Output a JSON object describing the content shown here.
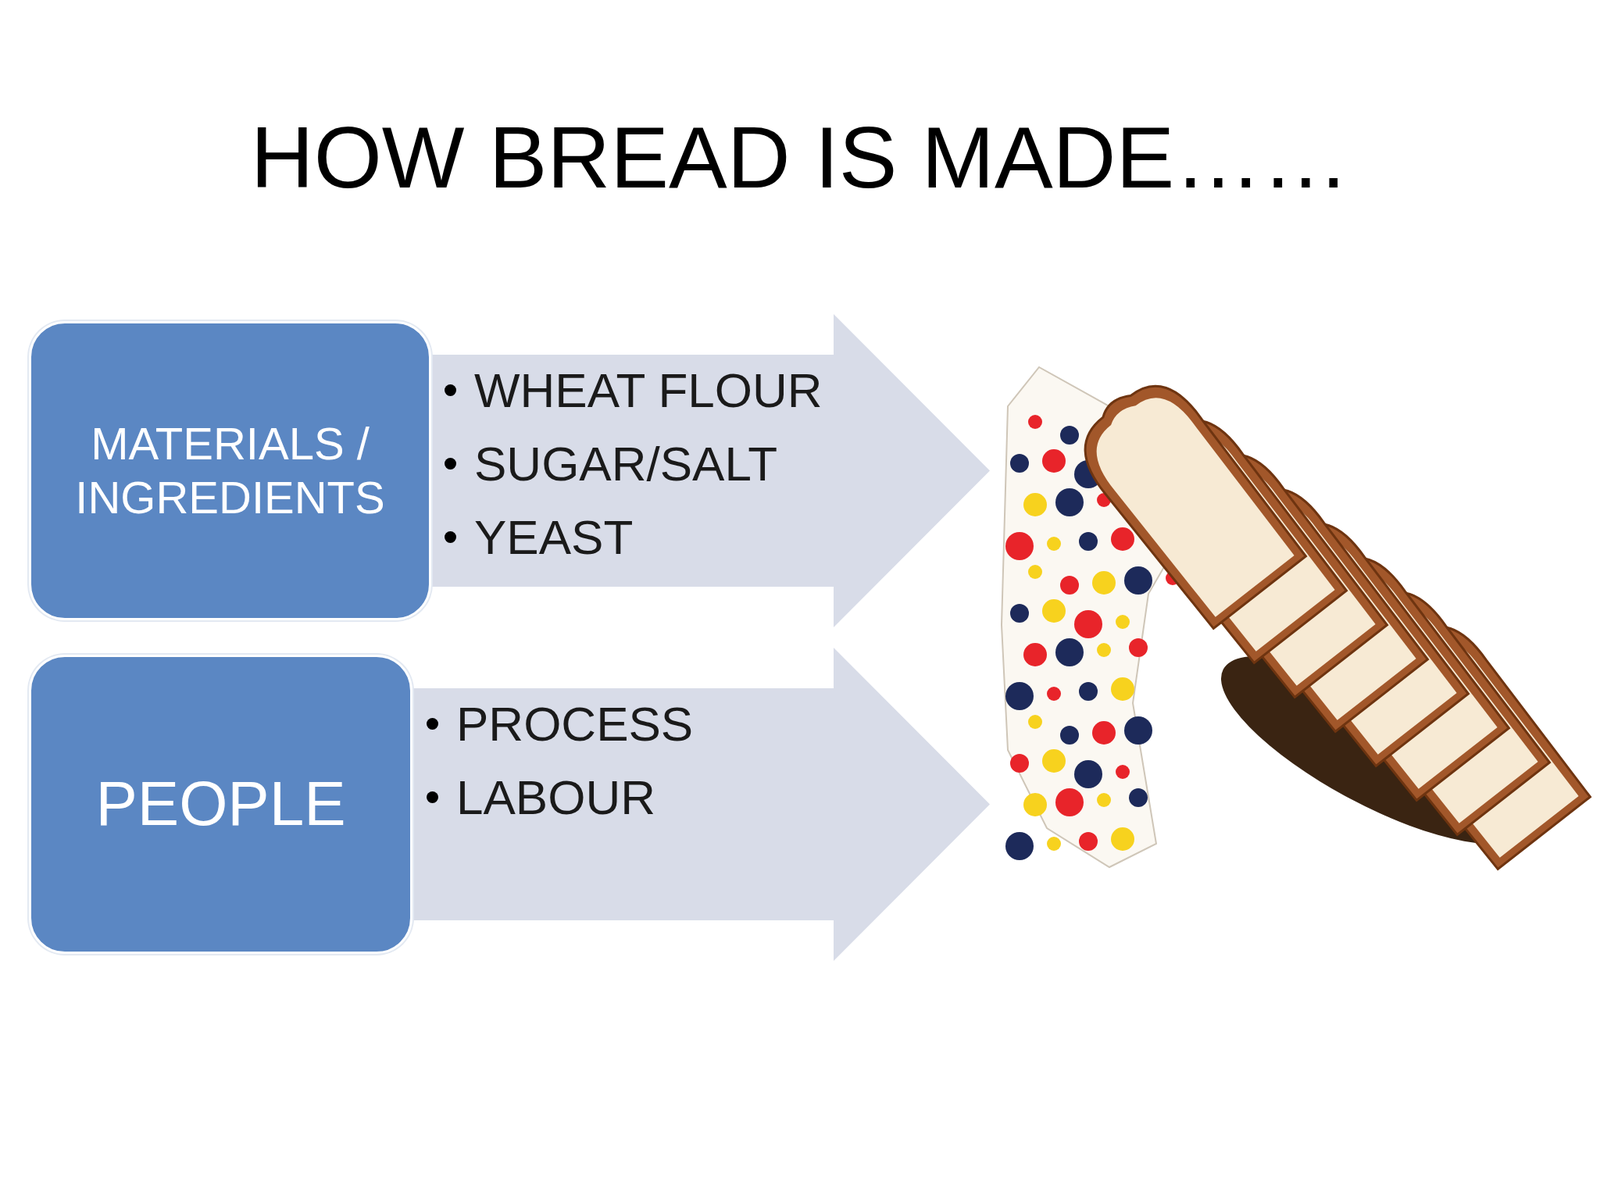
{
  "diagram": {
    "title": "HOW BREAD IS MADE……",
    "nodes": [
      {
        "text": [
          "MATERIALS / INGREDIENTS"
        ]
      },
      {
        "text": [
          "WHEAT FLOUR",
          "SUGAR/SALT",
          "YEAST"
        ]
      },
      {
        "text": [
          "PEOPLE"
        ]
      },
      {
        "text": [
          "PROCESS",
          "LABOUR"
        ]
      }
    ]
  }
}
